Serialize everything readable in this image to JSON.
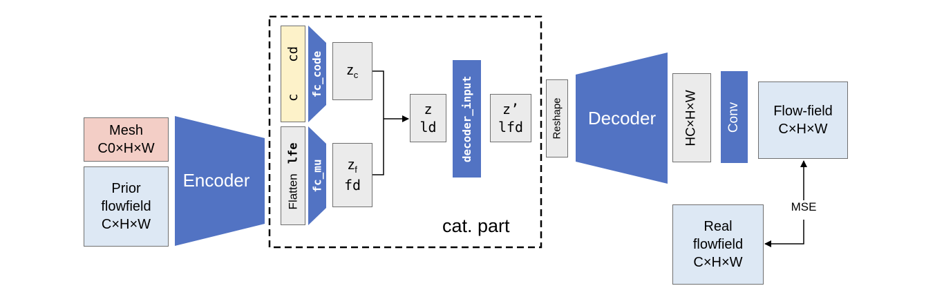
{
  "inputs": {
    "mesh": "Mesh\nC0×H×W",
    "prior": "Prior\nflowfield\nC×H×W"
  },
  "encoder": {
    "label": "Encoder"
  },
  "cat_part": {
    "caption": "cat. part",
    "c_box": {
      "top": "c",
      "bottom": "cd"
    },
    "flatten_box": {
      "top": "Flatten",
      "bottom": "lfe"
    },
    "fc_code": "fc_code",
    "fc_mu": "fc_mu",
    "zc": {
      "main": "z",
      "sub": "c"
    },
    "zf": {
      "main": "z",
      "sub": "f",
      "dim": "fd"
    },
    "z": {
      "main": "z",
      "dim": "ld"
    },
    "decoder_input": "decoder_input",
    "z_prime": {
      "main": "z’",
      "dim": "lfd"
    }
  },
  "reshape": "Reshape",
  "decoder": {
    "label": "Decoder"
  },
  "hcxhxw": "HC×H×W",
  "conv": "Conv",
  "flow_field": "Flow-field\nC×H×W",
  "real_flowfield": "Real\nflowfield\nC×H×W",
  "mse": "MSE"
}
